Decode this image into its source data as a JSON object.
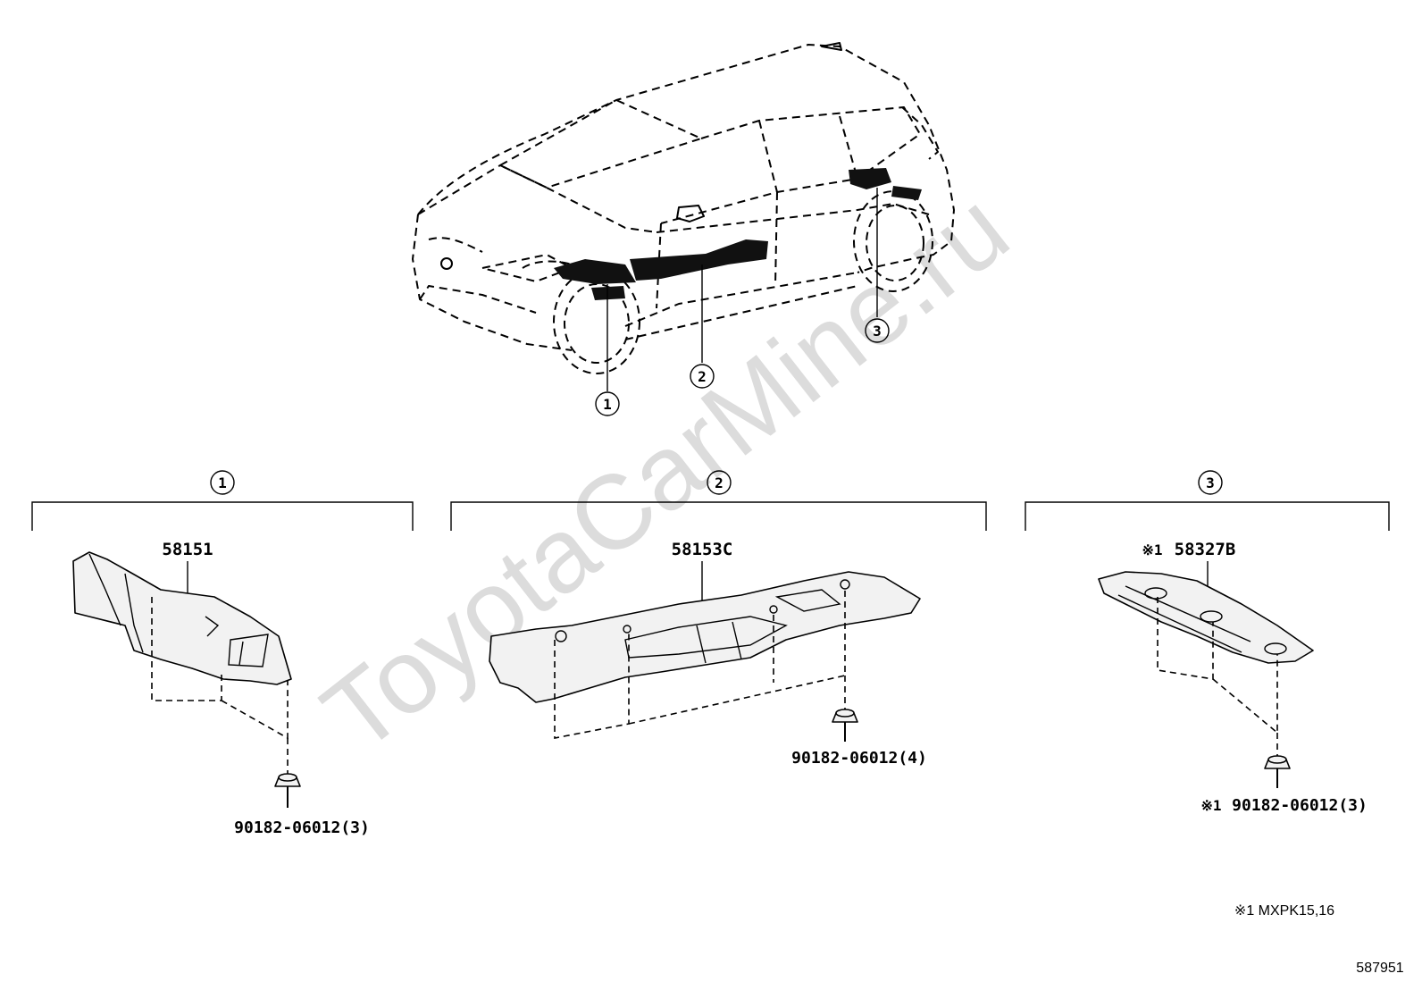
{
  "watermark": "ToyotaCarMine.ru",
  "callouts": [
    "1",
    "2",
    "3"
  ],
  "groups": [
    {
      "callout": "1",
      "part_number": "58151",
      "part_prefix": "",
      "fastener": "90182-06012(3)",
      "fastener_prefix": ""
    },
    {
      "callout": "2",
      "part_number": "58153C",
      "part_prefix": "",
      "fastener": "90182-06012(4)",
      "fastener_prefix": ""
    },
    {
      "callout": "3",
      "part_number": "58327B",
      "part_prefix": "※1",
      "fastener": "90182-06012(3)",
      "fastener_prefix": "※1"
    }
  ],
  "footnote": "※1 MXPK15,16",
  "figure_id": "587951",
  "colors": {
    "line": "#000000",
    "part_fill": "#f2f2f2",
    "watermark": "#dcdcdc"
  }
}
